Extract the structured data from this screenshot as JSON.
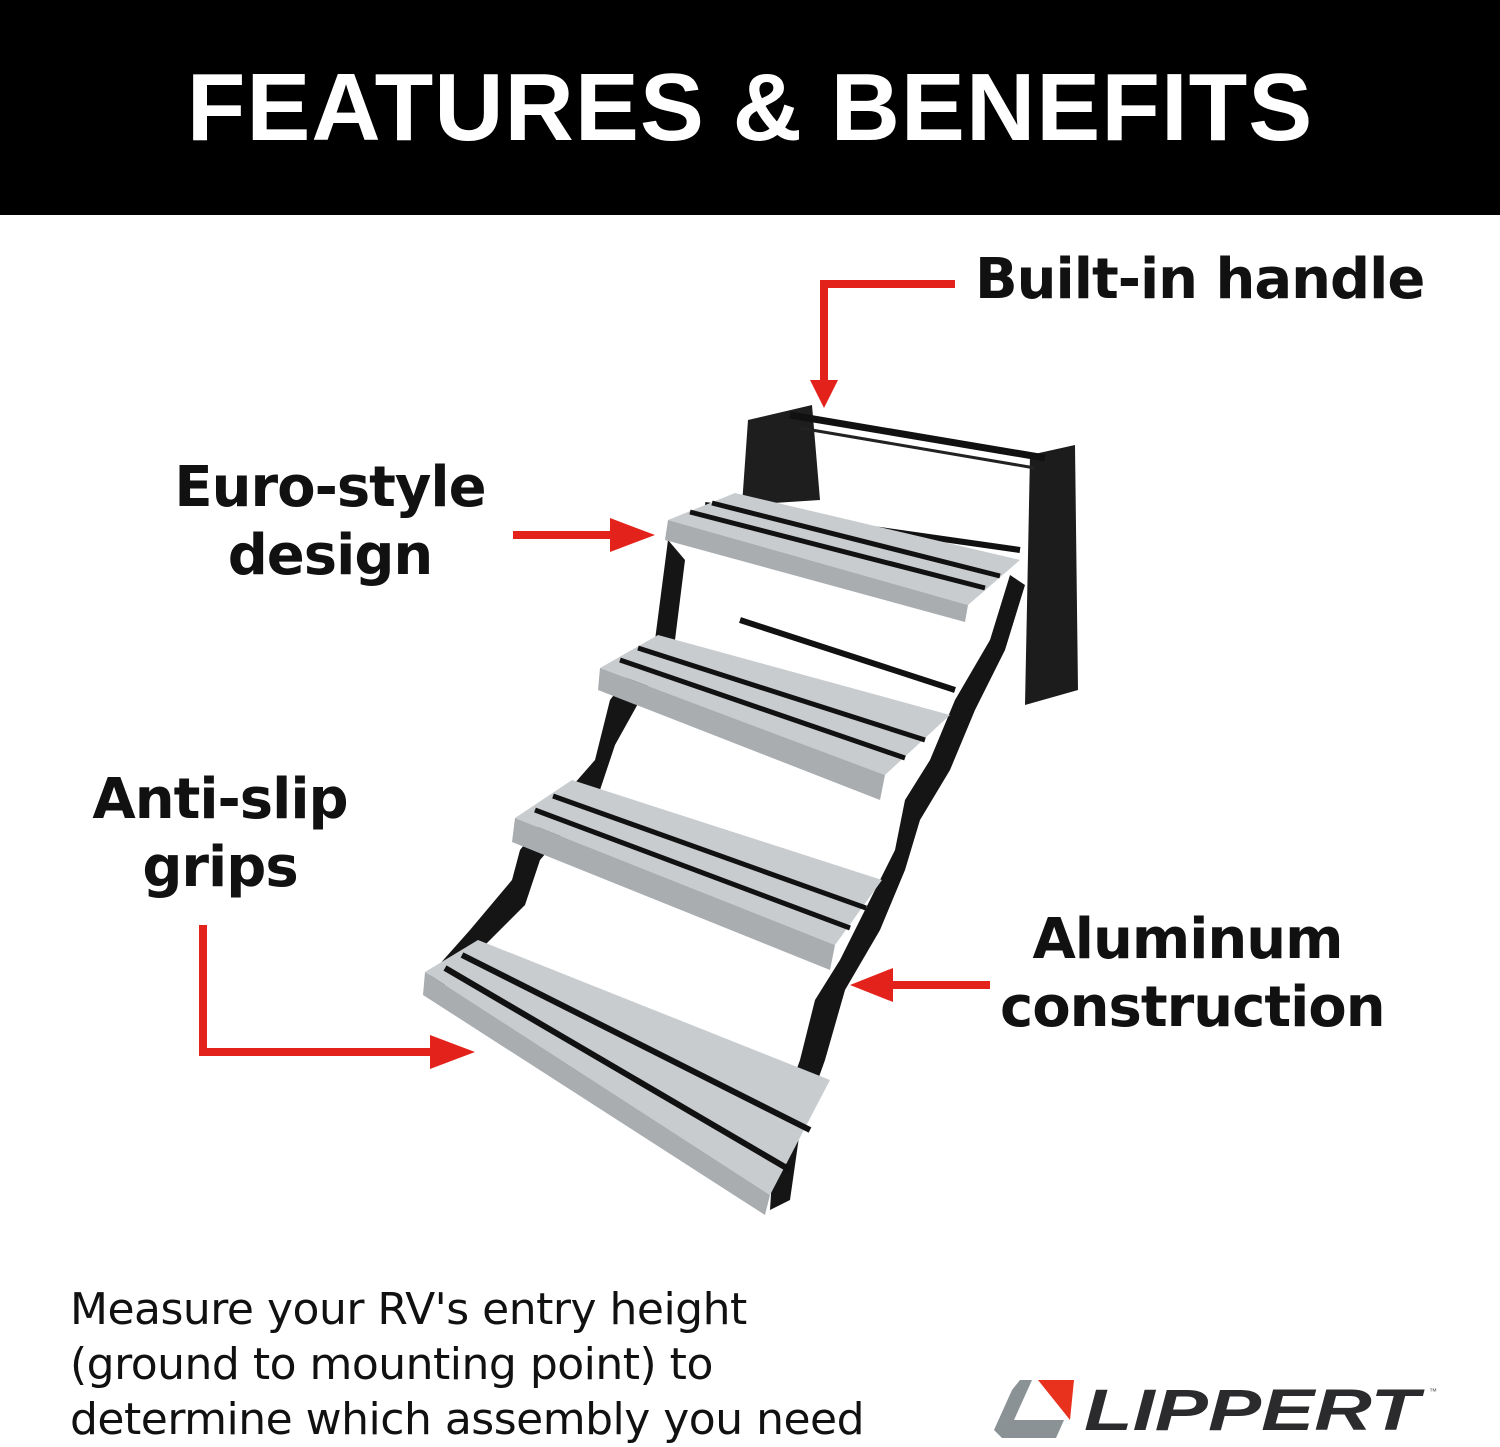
{
  "header": {
    "title": "FEATURES & BENEFITS"
  },
  "callouts": {
    "handle": [
      "Built-in handle"
    ],
    "euro": [
      "Euro-style",
      "design"
    ],
    "antislip": [
      "Anti-slip",
      "grips"
    ],
    "aluminum": [
      "Aluminum",
      "construction"
    ]
  },
  "note": {
    "lines": [
      "Measure your RV's entry height",
      "(ground to mounting point) to",
      "determine which assembly you need"
    ]
  },
  "logo": {
    "text": "LiPPERT",
    "tm": "™"
  },
  "colors": {
    "accent": "#e3221b",
    "header_bg": "#000000",
    "logo_gray": "#8a9295",
    "logo_dark": "#2b2b2e"
  }
}
